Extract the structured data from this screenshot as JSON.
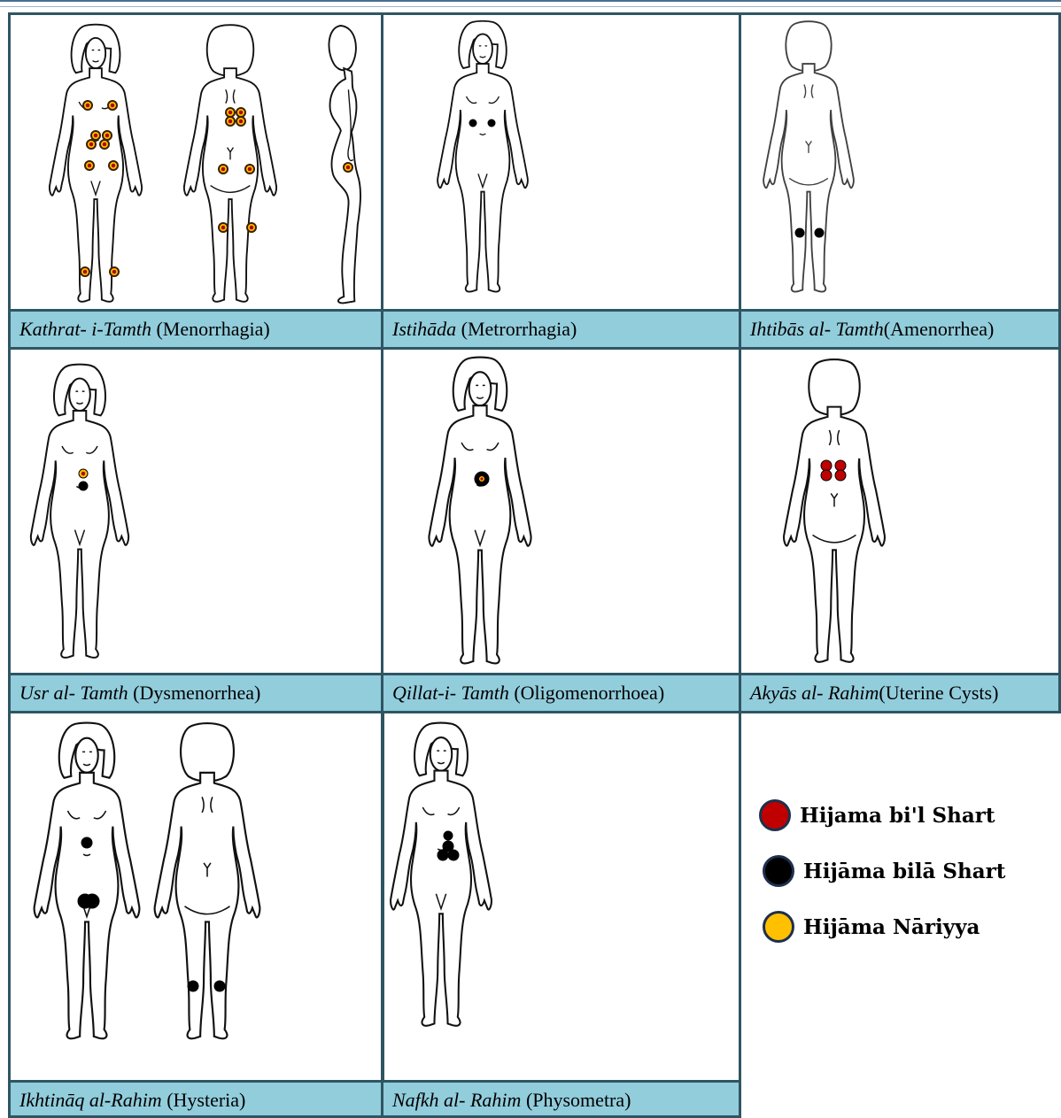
{
  "cells": [
    {
      "latin": "Kathrat- i-Tamth",
      "english": " (Menorrhagia)"
    },
    {
      "latin": "Istihāda",
      "english": " (Metrorrhagia)"
    },
    {
      "latin": "Ihtibās al- Tamth",
      "english": "(Amenorrhea)"
    },
    {
      "latin": "Usr al- Tamth",
      "english": " (Dysmenorrhea)"
    },
    {
      "latin": "Qillat-i- Tamth",
      "english": " (Oligomenorrhoea)"
    },
    {
      "latin": "Akyās al- Rahim",
      "english": "(Uterine Cysts)"
    },
    {
      "latin": "Ikhtināq al-Rahim",
      "english": " (Hysteria)"
    },
    {
      "latin": "Nafkh al- Rahim",
      "english": "  (Physometra)"
    }
  ],
  "legend": [
    {
      "label": "Hijama bi'l Shart",
      "color": "#c00000"
    },
    {
      "label": "Hijāma bilā Shart",
      "color": "#000000"
    },
    {
      "label": "Hijāma Nāriyya",
      "color": "#ffc000"
    }
  ]
}
